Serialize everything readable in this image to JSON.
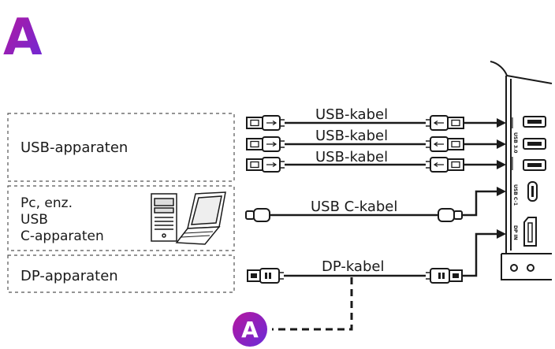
{
  "badge": {
    "letter": "A"
  },
  "groups": {
    "usb_devices": "USB-apparaten",
    "pc_line1": "Pc, enz.",
    "pc_line2": "USB",
    "pc_line3": "C-apparaten",
    "dp_devices": "DP-apparaten"
  },
  "cables": {
    "usb_1": "USB-kabel",
    "usb_2": "USB-kabel",
    "usb_3": "USB-kabel",
    "usb_c": "USB C-kabel",
    "dp": "DP-kabel"
  },
  "ports": {
    "usb30": "USB 3.0",
    "usbc": "USB C-1",
    "dpin": "DP IN"
  },
  "colors": {
    "badge_gradient_start": "#b5179e",
    "badge_gradient_end": "#6a2bd9",
    "line": "#1a1a1a",
    "dashed_box": "#555555"
  }
}
